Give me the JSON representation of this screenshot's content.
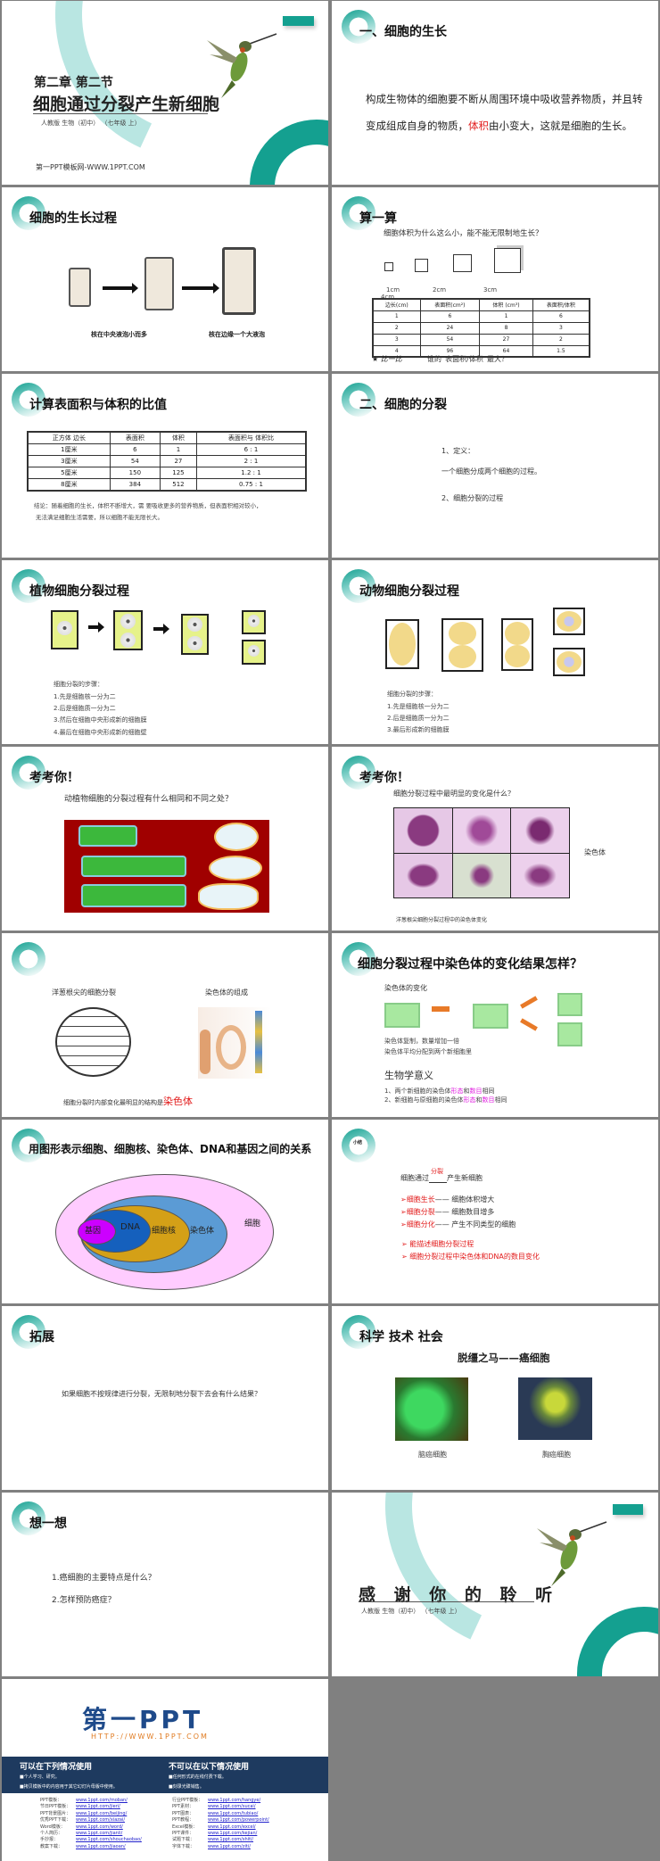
{
  "cover": {
    "heading": "第二章  第二节",
    "title": "细胞通过分裂产生新细胞",
    "subtitle": "人教版   生物（初中）  （七年级  上）",
    "footer": "第一PPT模板网-WWW.1PPT.COM"
  },
  "s2": {
    "title": "一、细胞的生长",
    "text_a": "构成生物体的细胞要不断从周围环境中吸收营养物质，并且转变成组成自身的物质，",
    "text_red": "体积",
    "text_b": "由小变大，这就是细胞的生长。"
  },
  "s3": {
    "title": "细胞的生长过程",
    "caption1": "核在中央液泡小而多",
    "caption2": "核在边缘一个大液泡"
  },
  "s4": {
    "title": "算一算",
    "question": "细胞体积为什么这么小，能不能无限制地生长？",
    "cube_labels": [
      "1cm",
      "2cm",
      "3cm",
      "4cm"
    ],
    "table": {
      "headers": [
        "边长(cm)",
        "表面积(cm²)",
        "体积 (cm³)",
        "表面积/体积"
      ],
      "rows": [
        [
          "1",
          "6",
          "1",
          "6"
        ],
        [
          "2",
          "24",
          "8",
          "3"
        ],
        [
          "3",
          "54",
          "27",
          "2"
        ],
        [
          "4",
          "96",
          "64",
          "1.5"
        ]
      ]
    },
    "compare_label": "★ 比一比",
    "compare_text": "谁的“表面积/体积”最大？"
  },
  "s5": {
    "title": "计算表面积与体积的比值",
    "table": {
      "headers": [
        "正方体    边长",
        "表面积",
        "体积",
        "表面积与 体积比"
      ],
      "rows": [
        [
          "1厘米",
          "6",
          "1",
          "6   : 1"
        ],
        [
          "3厘米",
          "54",
          "27",
          "2   : 1"
        ],
        [
          "5厘米",
          "150",
          "125",
          "1.2  : 1"
        ],
        [
          "8厘米",
          "384",
          "512",
          "0.75 : 1"
        ]
      ]
    },
    "conclusion1": "结论：随着细胞的生长，体积不断增大，需  要吸收更多的营养物质，但表面积相对较小，",
    "conclusion2": "无法满足细胞生活需要，所以细胞不能无限长大。"
  },
  "s6": {
    "title": "二、细胞的分裂",
    "def_label": "1、定义：",
    "def_text": "一个细胞分成两个细胞的过程。",
    "process": "2、细胞分裂的过程"
  },
  "s7": {
    "title": "植物细胞分裂过程",
    "steps_title": "细胞分裂的步骤：",
    "steps": [
      "1.先是细胞核一分为二",
      "2.后是细胞质一分为二",
      "3.然后在细胞中央形成新的细胞膜",
      "4.最后在细胞中央形成新的细胞壁"
    ]
  },
  "s8": {
    "title": "动物细胞分裂过程",
    "steps_title": "细胞分裂的步骤：",
    "steps": [
      "1.先是细胞核一分为二",
      "2.后是细胞质一分为二",
      "3.最后形成新的细胞膜"
    ]
  },
  "s9": {
    "title": "考考你！",
    "question": "动植物细胞的分裂过程有什么相同和不同之处？"
  },
  "s10": {
    "title": "考考你！",
    "question": "细胞分裂过程中最明显的变化是什么？",
    "side_label": "染色体",
    "caption": "洋葱根尖细胞分裂过程中的染色体变化"
  },
  "s11": {
    "label1": "洋葱根尖的细胞分裂",
    "label2": "染色体的组成",
    "bottom_a": "细胞分裂时内部变化最明显的结构是",
    "bottom_red": "染色体"
  },
  "s12": {
    "title": "细胞分裂过程中染色体的变化结果怎样？",
    "change_label": "染色体的变化",
    "note1": "染色体复制，数量增加一倍",
    "note2": "染色体平均分配到两个新细胞里",
    "meaning": "生物学意义",
    "m1": [
      "1、两个新细胞的染色体",
      "形态",
      "和",
      "数目",
      "相同"
    ],
    "m2": [
      "2、新细胞与原细胞的染色体",
      "形态",
      "和",
      "数目",
      "相同"
    ]
  },
  "s13": {
    "title": "用图形表示细胞、细胞核、染色体、DNA和基因之间的关系",
    "labels": {
      "cell": "细胞",
      "chromosome": "染色体",
      "nucleus": "细胞核",
      "dna": "DNA",
      "gene": "基因"
    },
    "colors": {
      "cell": "#ffccff",
      "chromosome": "#5b9bd5",
      "nucleus": "#d4a017",
      "dna": "#1560bd",
      "gene": "#cc00ff"
    }
  },
  "s14": {
    "title": "小结",
    "fill_a": "细胞通过",
    "fill_answer": "分裂",
    "fill_b": "产生新细胞",
    "items": [
      {
        "k": "➢细胞生长",
        "v": "细胞体积增大"
      },
      {
        "k": "➢细胞分裂",
        "v": "细胞数目增多"
      },
      {
        "k": "➢细胞分化",
        "v": "产生不同类型的细胞"
      }
    ],
    "goals": [
      "➢ 能描述细胞分裂过程",
      "➢ 细胞分裂过程中染色体和DNA的数目变化"
    ]
  },
  "s15": {
    "title": "拓展",
    "question": "如果细胞不按规律进行分裂，无限制地分裂下去会有什么结果？"
  },
  "s16": {
    "title": "科学  技术  社会",
    "subtitle": "脱缰之马——癌细胞",
    "caption1": "脑癌细胞",
    "caption2": "胸癌细胞"
  },
  "s17": {
    "title": "想一想",
    "q1": "1.癌细胞的主要特点是什么？",
    "q2": "2.怎样预防癌症？"
  },
  "s18": {
    "title": "感 谢 你 的 聆 听",
    "subtitle": "人教版   生物（初中）  （七年级  上）"
  },
  "ad": {
    "logo": "第一PPT",
    "url": "HTTP://WWW.1PPT.COM",
    "can_title": "可以在下列情况使用",
    "can": [
      "■个人学习、研究。",
      "■拷贝模板中的内容用于其它幻灯片母版中使用。"
    ],
    "cannot_title": "不可以在以下情况使用",
    "cannot": [
      "■任何形式的在线付费下载。",
      "■刻录光碟销售。"
    ],
    "links_left": [
      [
        "PPT模板：",
        "www.1ppt.com/moban/"
      ],
      [
        "节日PPT模板：",
        "www.1ppt.com/jieri/"
      ],
      [
        "PPT背景图片：",
        "www.1ppt.com/beijing/"
      ],
      [
        "优秀PPT下载：",
        "www.1ppt.com/xiazai/"
      ],
      [
        "Word模板：",
        "www.1ppt.com/word/"
      ],
      [
        "个人简历：",
        "www.1ppt.com/jianli/"
      ],
      [
        "手抄报：",
        "www.1ppt.com/shouchaobao/"
      ],
      [
        "教案下载：",
        "www.1ppt.com/jiaoan/"
      ]
    ],
    "links_right": [
      [
        "行业PPT模板：",
        "www.1ppt.com/hangye/"
      ],
      [
        "PPT素材：",
        "www.1ppt.com/sucai/"
      ],
      [
        "PPT图表：",
        "www.1ppt.com/tubiao/"
      ],
      [
        "PPT教程：",
        "www.1ppt.com/powerpoint/"
      ],
      [
        "Excel模板：",
        "www.1ppt.com/excel/"
      ],
      [
        "PPT课件：",
        "www.1ppt.com/kejian/"
      ],
      [
        "试题下载：",
        "www.1ppt.com/shiti/"
      ],
      [
        "字体下载：",
        "www.1ppt.com/ziti/"
      ]
    ]
  },
  "colors": {
    "teal": "#14a090",
    "navy": "#1e3a5f",
    "red": "#e21c1c",
    "magenta": "#e020e0"
  }
}
